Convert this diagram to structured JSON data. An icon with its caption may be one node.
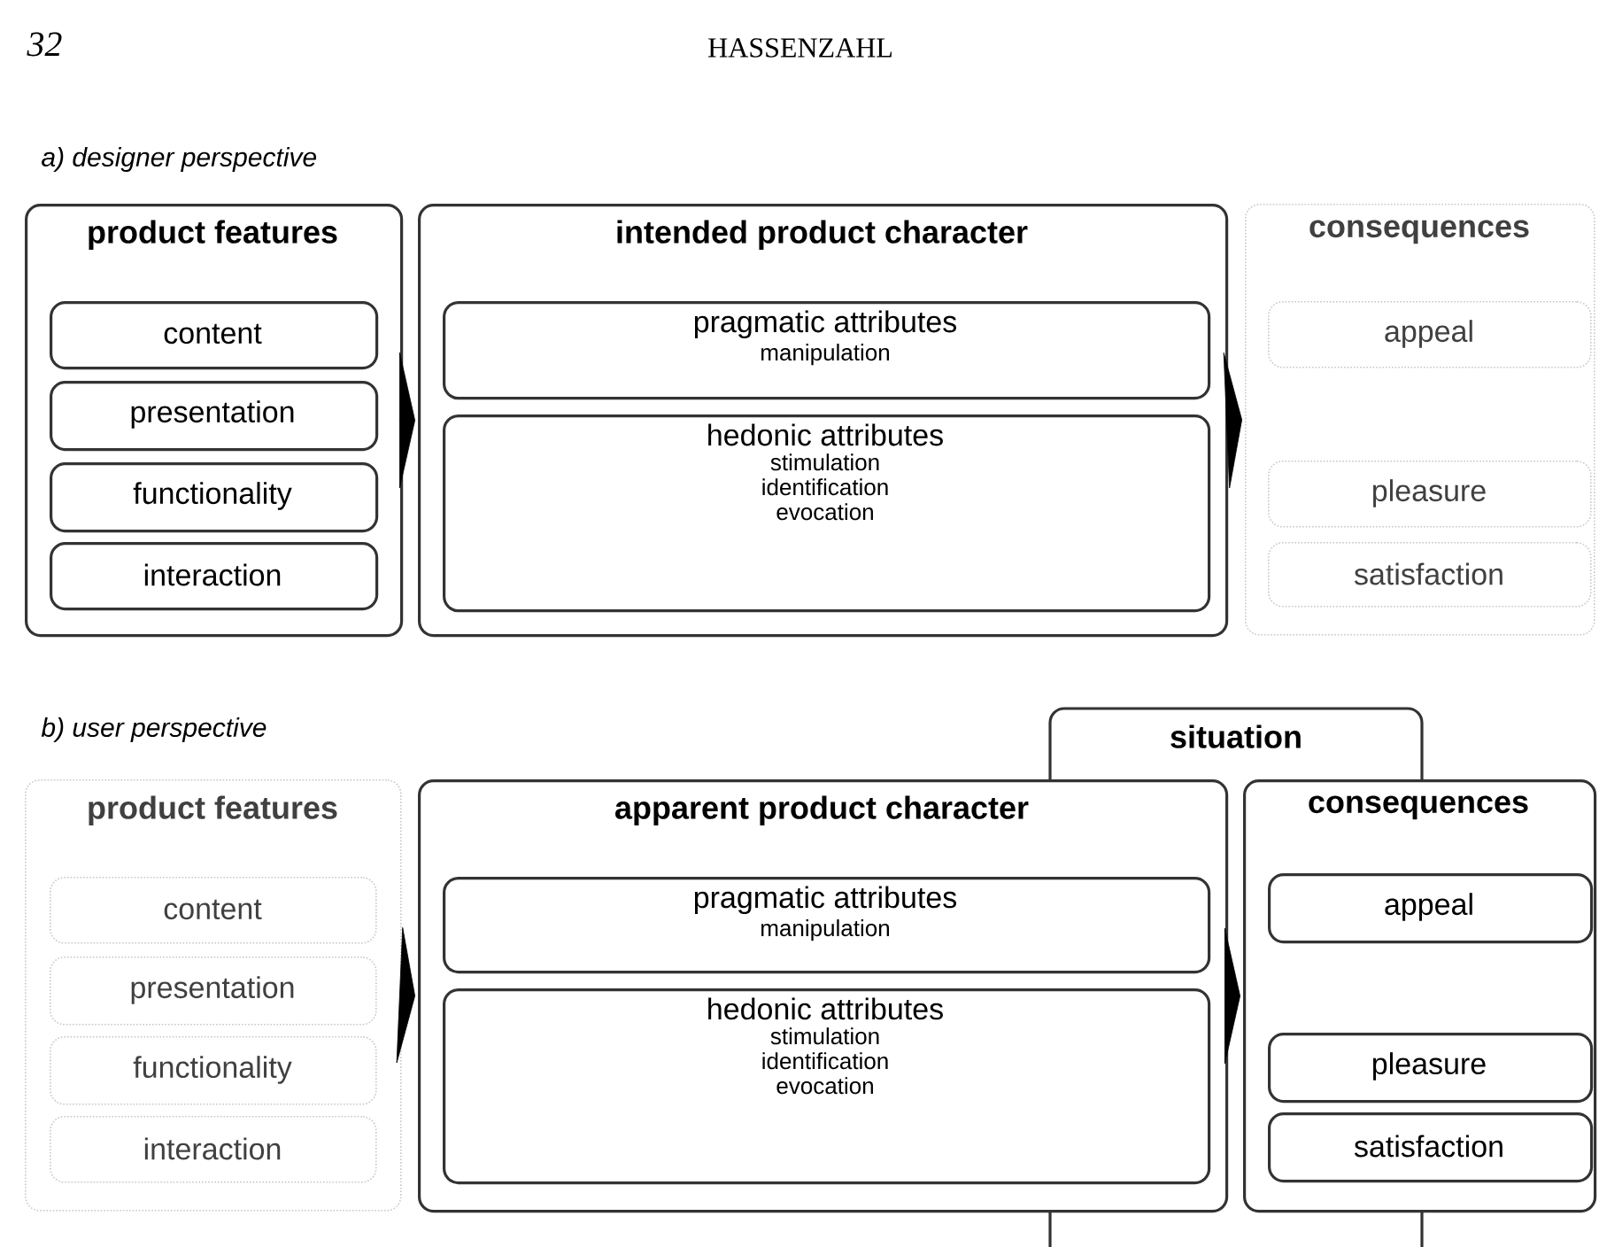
{
  "diagram": {
    "nodes": [
      {
        "text": [
          "product features"
        ]
      },
      {
        "text": [
          "content"
        ],
        "in": 0
      },
      {
        "text": [
          "presentation"
        ],
        "in": 0
      },
      {
        "text": [
          "functionality"
        ],
        "in": 0
      },
      {
        "text": [
          "interaction"
        ],
        "in": 0
      },
      {
        "text": [
          "intended product character"
        ]
      },
      {
        "text": [
          "pragmatic attributes",
          "manipulation"
        ],
        "in": 5
      },
      {
        "text": [
          "hedonic attributes",
          "stimulation",
          "identification",
          "evocation"
        ],
        "in": 5
      },
      {
        "text": [
          "consequences"
        ]
      },
      {
        "text": [
          "appeal"
        ],
        "in": 8
      },
      {
        "text": [
          "pleasure"
        ],
        "in": 8
      },
      {
        "text": [
          "satisfaction"
        ],
        "in": 8
      },
      {
        "text": [
          "situation"
        ]
      },
      {
        "text": [
          "product features"
        ]
      },
      {
        "text": [
          "content"
        ],
        "in": 13
      },
      {
        "text": [
          "presentation"
        ],
        "in": 13
      },
      {
        "text": [
          "functionality"
        ],
        "in": 13
      },
      {
        "text": [
          "interaction"
        ],
        "in": 13
      },
      {
        "text": [
          "apparent product character"
        ]
      },
      {
        "text": [
          "pragmatic attributes",
          "manipulation"
        ],
        "in": 18
      },
      {
        "text": [
          "hedonic attributes",
          "stimulation",
          "identification",
          "evocation"
        ],
        "in": 18
      },
      {
        "text": [
          "consequences"
        ]
      },
      {
        "text": [
          "appeal"
        ],
        "in": 21
      },
      {
        "text": [
          "pleasure"
        ],
        "in": 21
      },
      {
        "text": [
          "satisfaction"
        ],
        "in": 21
      }
    ],
    "edges": [
      {
        "from": 0,
        "to": 5,
        "arrow": "to"
      },
      {
        "from": 5,
        "to": 8,
        "arrow": "to"
      },
      {
        "from": 13,
        "to": 18,
        "arrow": "to"
      },
      {
        "from": 18,
        "to": 21,
        "arrow": "to"
      }
    ],
    "labels": [
      "32",
      "HASSENZAHL",
      "a) designer perspective",
      "b) user perspective"
    ]
  }
}
